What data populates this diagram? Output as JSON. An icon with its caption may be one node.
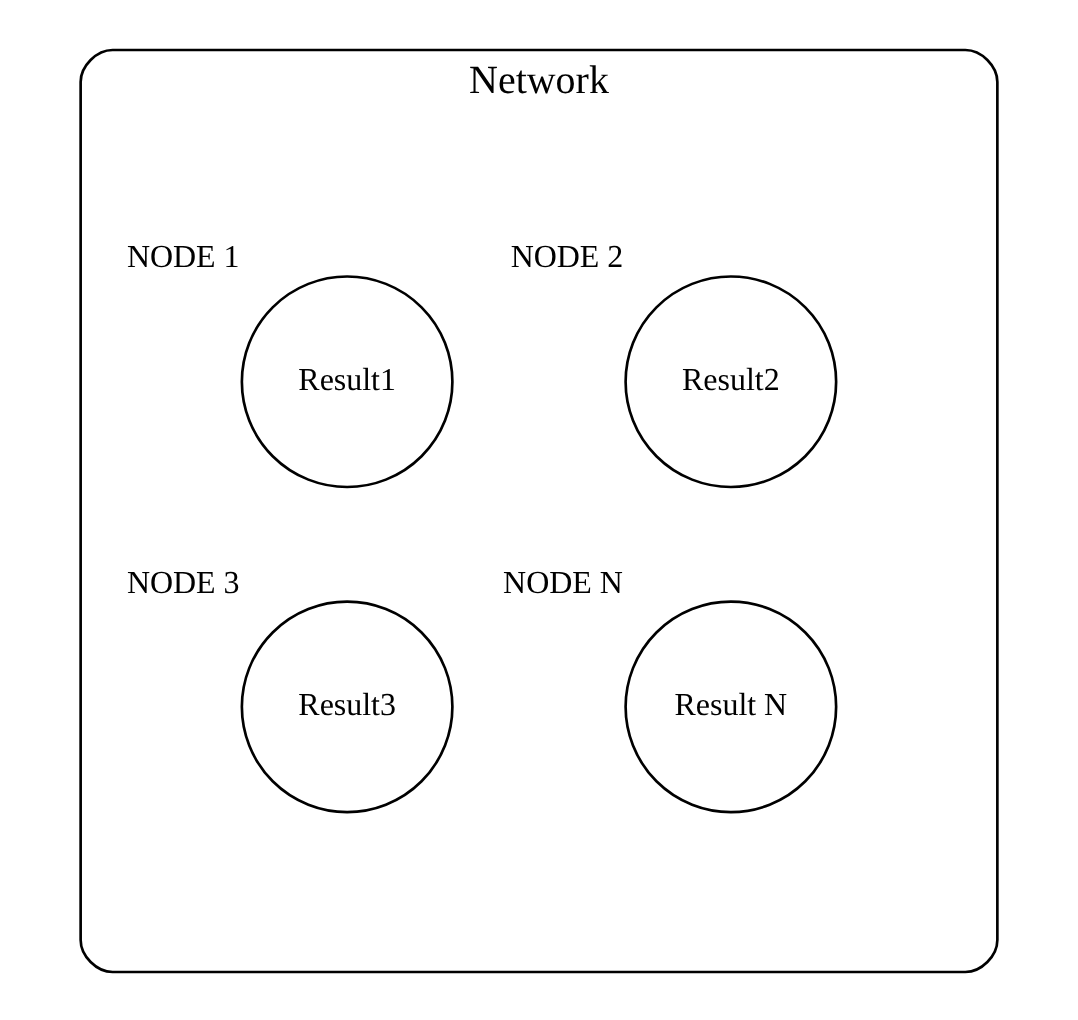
{
  "diagram": {
    "nodes": [
      {
        "text": [
          "Network"
        ]
      },
      {
        "text": [
          "NODE 1",
          "Result1"
        ],
        "in": 0
      },
      {
        "text": [
          "NODE 2",
          "Result2"
        ],
        "in": 0
      },
      {
        "text": [
          "NODE 3",
          "Result3"
        ],
        "in": 0
      },
      {
        "text": [
          "NODE N",
          "Result N"
        ],
        "in": 0
      }
    ],
    "edges": []
  }
}
